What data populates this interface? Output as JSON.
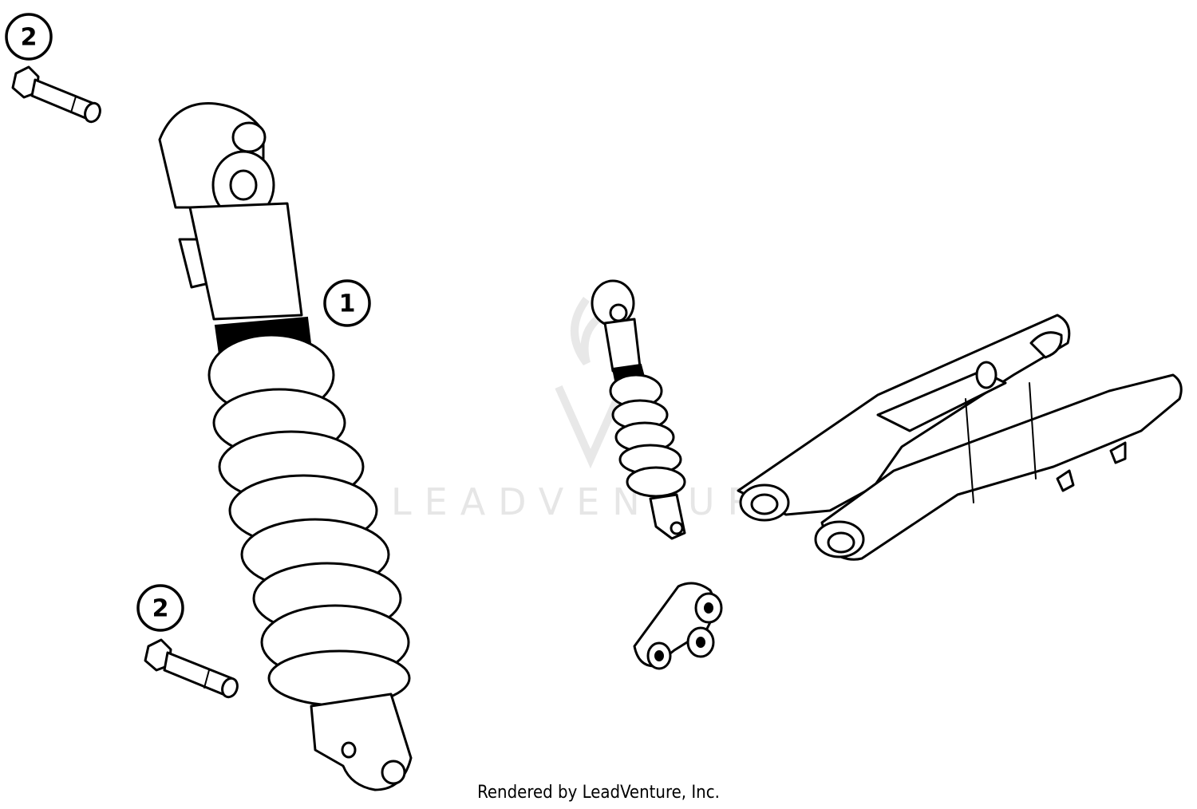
{
  "callouts": [
    {
      "id": "c1",
      "label": "1"
    },
    {
      "id": "c2a",
      "label": "2"
    },
    {
      "id": "c2b",
      "label": "2"
    }
  ],
  "watermark": {
    "text": "LEADVENTURE"
  },
  "footer": {
    "credit": "Rendered by LeadVenture, Inc."
  },
  "colors": {
    "line": "#000000",
    "background": "#ffffff",
    "watermark": "#e6e6e6"
  }
}
